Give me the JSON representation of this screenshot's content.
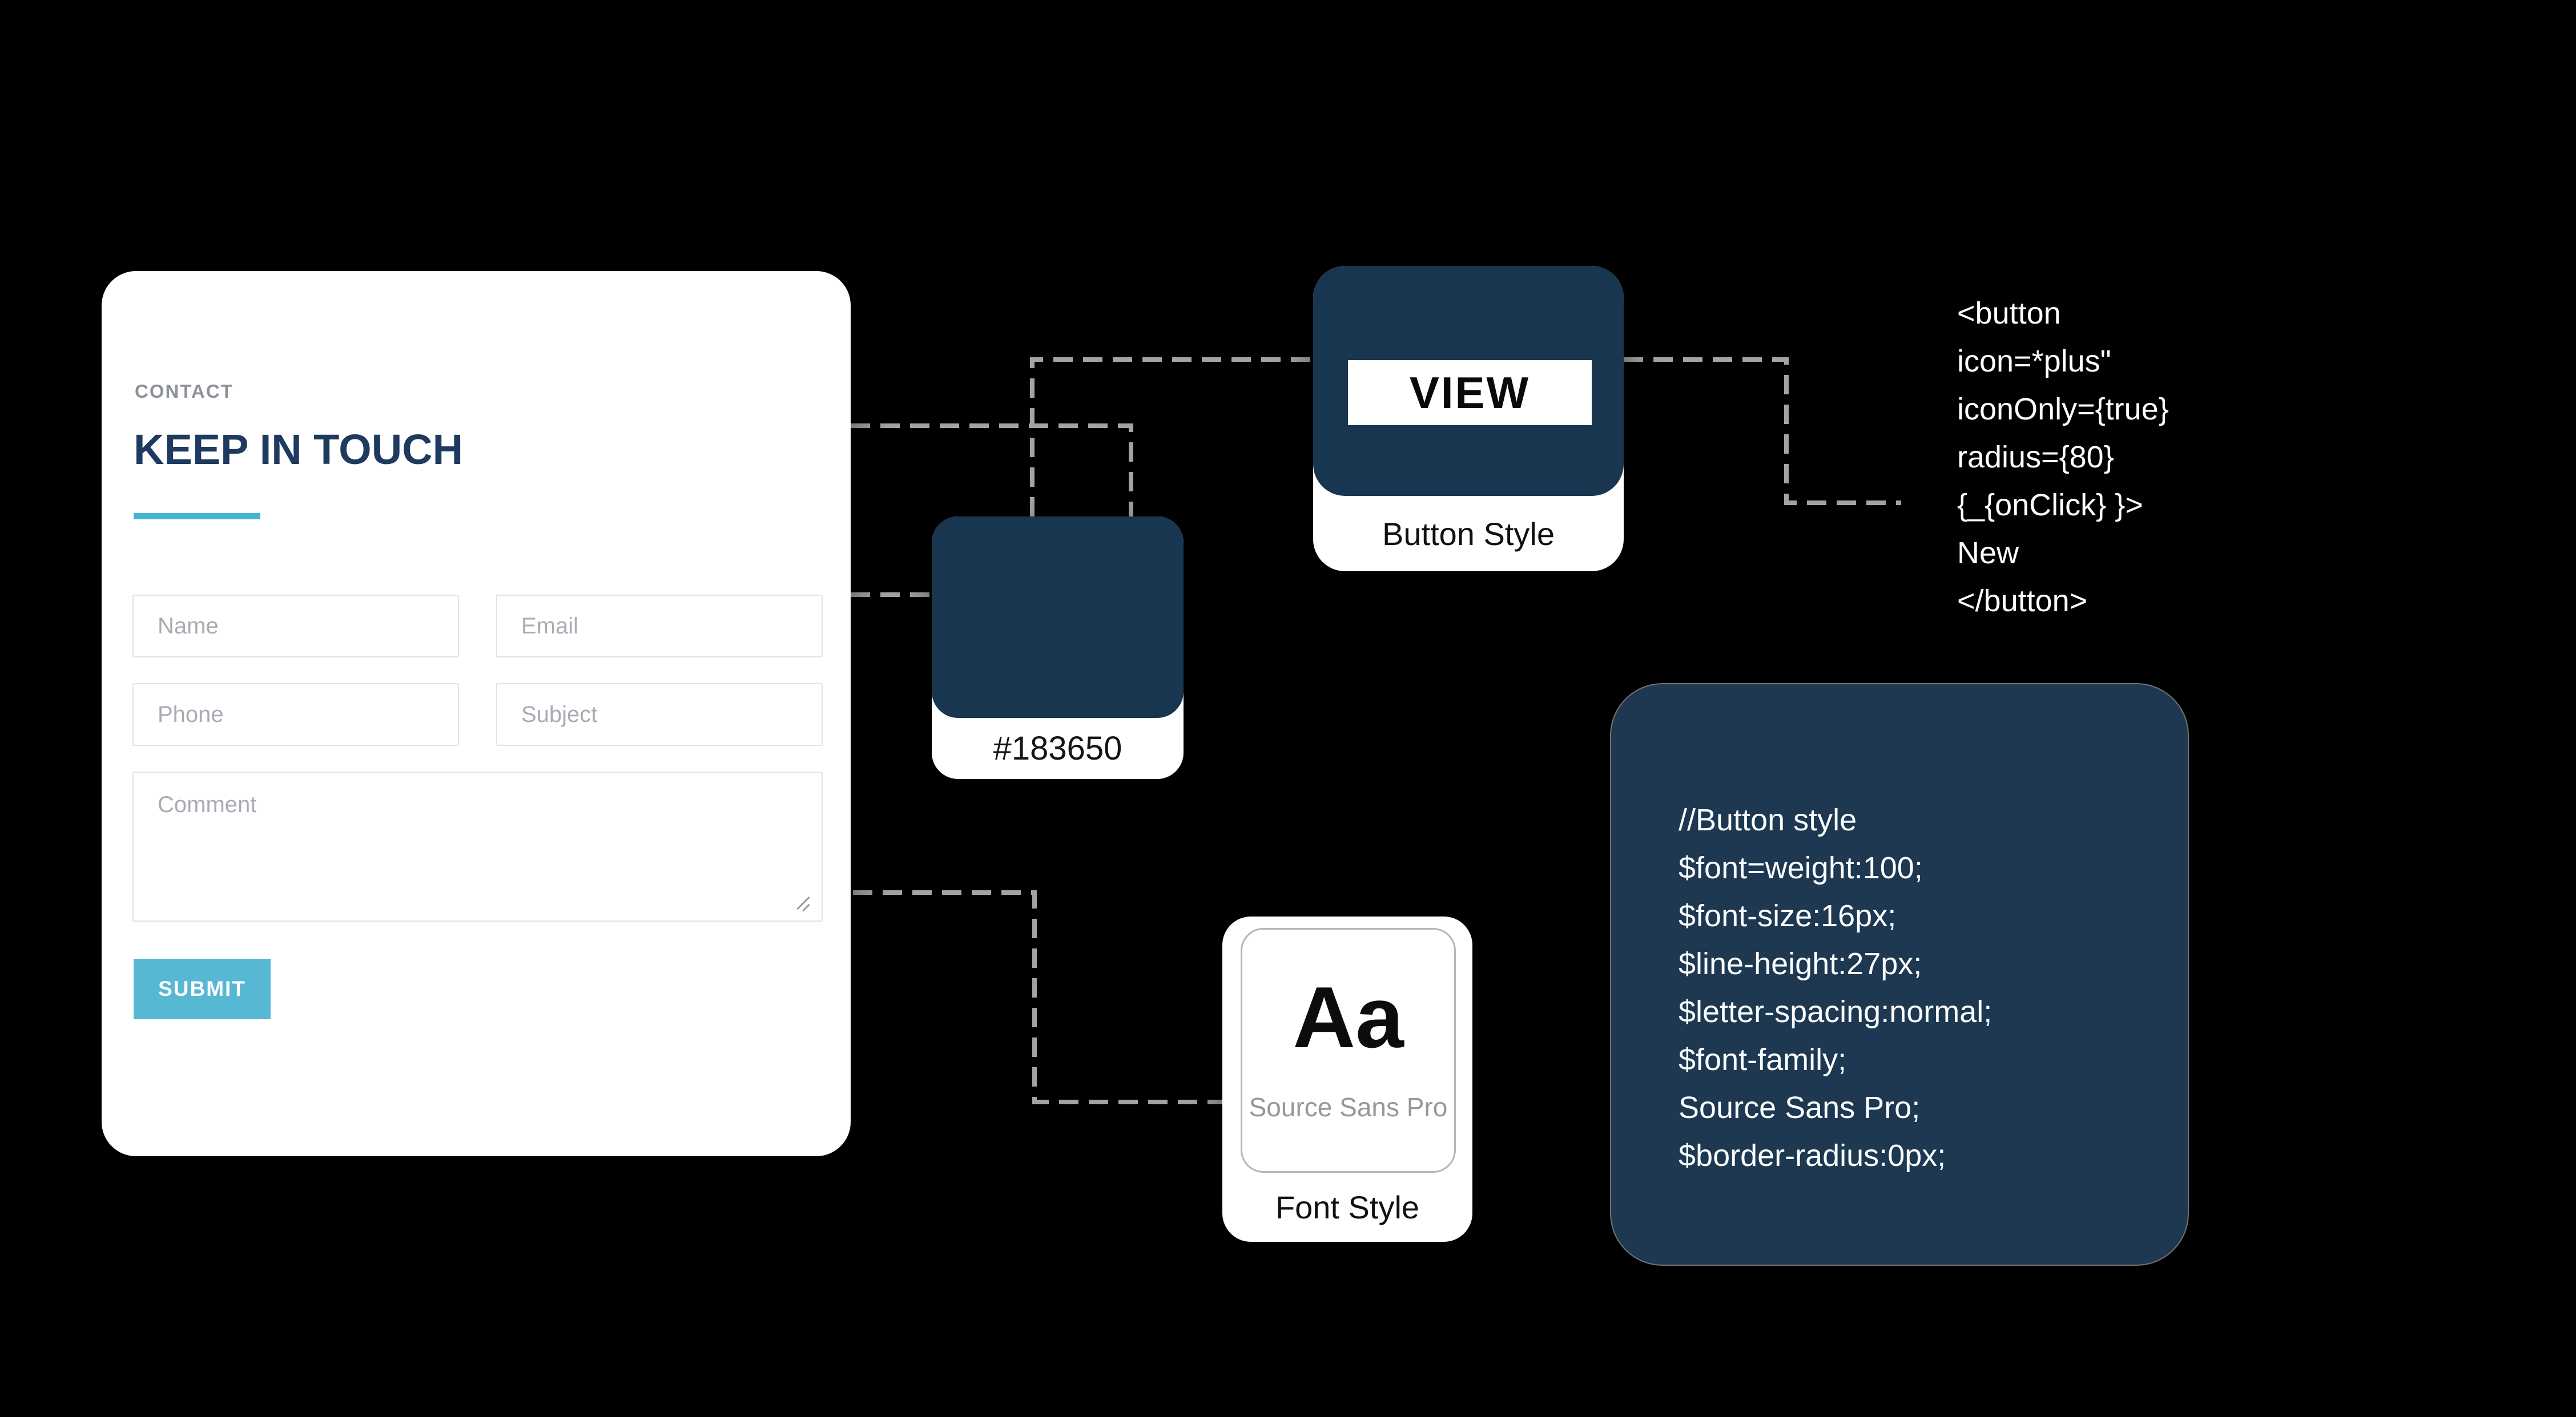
{
  "canvas": {
    "background": "#000000",
    "connector_color": "#a3a3a3"
  },
  "contact_form": {
    "eyebrow": "CONTACT",
    "title": "KEEP IN TOUCH",
    "title_color": "#1e3a5e",
    "underline_color": "#45b4d1",
    "name_placeholder": "Name",
    "email_placeholder": "Email",
    "phone_placeholder": "Phone",
    "subject_placeholder": "Subject",
    "comment_placeholder": "Comment",
    "submit_label": "SUBMIT",
    "submit_color": "#56b8d3"
  },
  "color_swatch": {
    "hex_label": "#183650",
    "swatch_color": "#183650"
  },
  "button_style_card": {
    "button_label": "VIEW",
    "caption": "Button Style",
    "panel_color": "#183650"
  },
  "font_style_card": {
    "specimen": "Aa",
    "font_name": "Source Sans Pro",
    "caption": "Font Style"
  },
  "button_code_snippet": {
    "lines": [
      "<button",
      "icon=*plus\"",
      "iconOnly={true}",
      "radius={80}",
      "{_{onClick} }>",
      "New",
      "</button>"
    ]
  },
  "style_code_panel": {
    "panel_color": "#1d3850",
    "lines": [
      "//Button style",
      "$font=weight:100;",
      "$font-size:16px;",
      "$line-height:27px;",
      "$letter-spacing:normal;",
      "$font-family;",
      "Source Sans Pro;",
      "$border-radius:0px;"
    ]
  }
}
